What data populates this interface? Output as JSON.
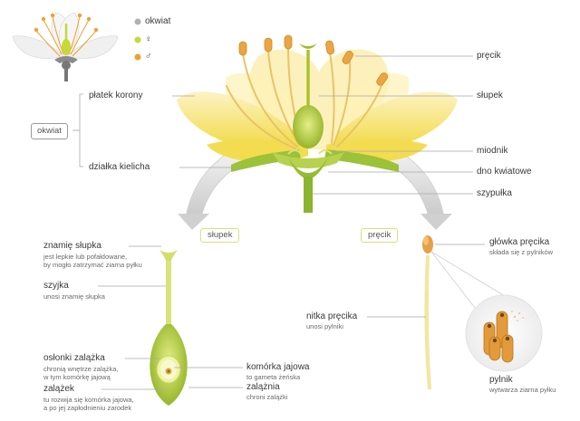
{
  "legend": {
    "items": [
      {
        "symbol": "●",
        "label": "okwiat",
        "color": "#b0b0b0"
      },
      {
        "symbol": "●",
        "label": "♀",
        "color": "#c5d93a"
      },
      {
        "symbol": "●",
        "label": "♂",
        "color": "#f0a030"
      }
    ]
  },
  "flower": {
    "okwiat_box": "okwiat",
    "labels": {
      "platek_korony": "płatek korony",
      "dzialka_kielicha": "działka kielicha",
      "precik": "pręcik",
      "slupek": "słupek",
      "miodnik": "miodnik",
      "dno_kwiatowe": "dno kwiatowe",
      "szypulka": "szypułka"
    }
  },
  "pistil": {
    "tag": "słupek",
    "znamie": {
      "title": "znamię słupka",
      "desc1": "jest lepkie lub pofałdowane,",
      "desc2": "by mogło zatrzymać ziarna pyłku"
    },
    "szyjka": {
      "title": "szyjka",
      "desc1": "unosi znamię słupka"
    },
    "oslonki": {
      "title": "osłonki zalążka",
      "desc1": "chronią wnętrze zalążka,",
      "desc2": "w tym komórkę jajową"
    },
    "zalazek": {
      "title": "zalążek",
      "desc1": "tu rozwija się komórka jajowa,",
      "desc2": "a po jej zapłodnieniu zarodek"
    },
    "komorka": {
      "title": "komórka jajowa",
      "desc1": "to gameta żeńska"
    },
    "zalaznia": {
      "title": "zalążnia",
      "desc1": "chroni zalążki"
    }
  },
  "stamen": {
    "tag": "pręcik",
    "glowka": {
      "title": "główka pręcika",
      "desc1": "składa się z pylników"
    },
    "nitka": {
      "title": "nitka pręcika",
      "desc1": "unosi pylniki"
    },
    "pylnik": {
      "title": "pylnik",
      "desc1": "wytwarza ziarna pyłku"
    }
  }
}
